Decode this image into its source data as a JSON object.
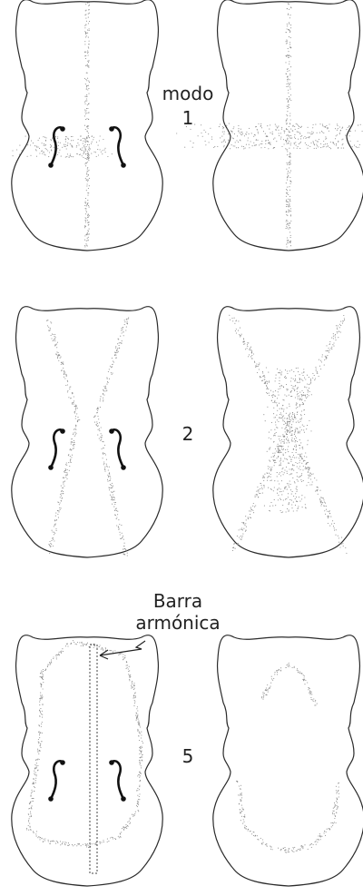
{
  "modes": [
    {
      "label_lines": [
        "modo",
        "1"
      ]
    },
    {
      "label_lines": [
        "2"
      ]
    },
    {
      "label_lines": [
        "5"
      ]
    }
  ],
  "callout": {
    "lines": [
      "Barra",
      "armónica"
    ]
  },
  "colors": {
    "outline": "#2a2a2a",
    "nodal": "#8a8a8a",
    "fhole": "#111111"
  }
}
